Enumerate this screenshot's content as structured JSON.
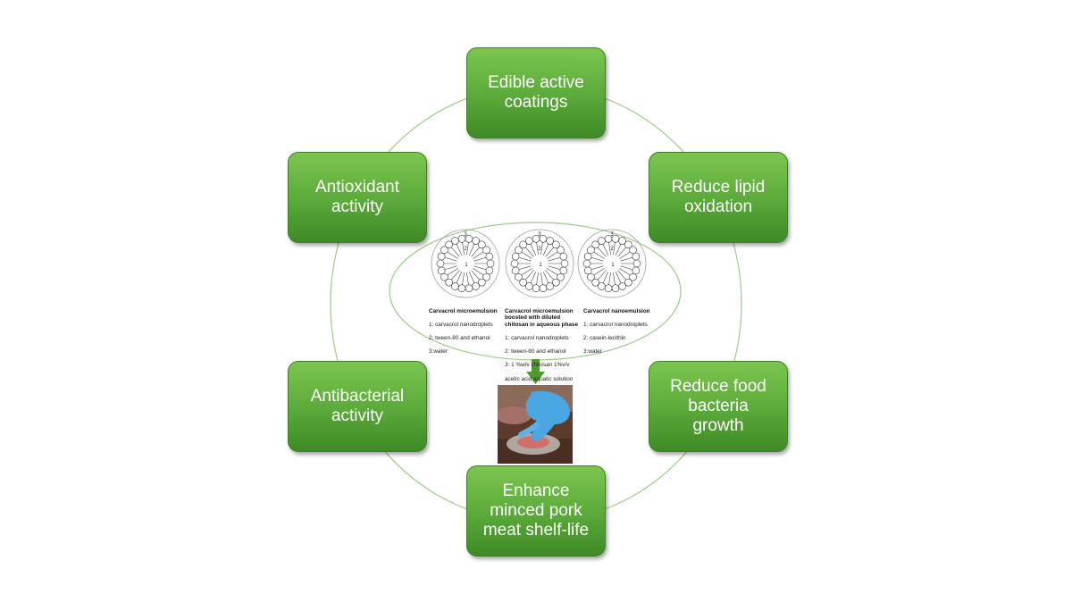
{
  "boxes": {
    "top": "Edible active\ncoatings",
    "upper_right": "Reduce lipid\noxidation",
    "lower_right": "Reduce food\nbacteria\ngrowth",
    "bottom": "Enhance\nminced pork\nmeat shelf-life",
    "lower_left": "Antibacterial\nactivity",
    "upper_left": "Antioxidant\nactivity"
  },
  "panels": [
    {
      "labels": [
        "3",
        "2",
        "1"
      ],
      "title": "Carvacrol microemulsion",
      "lines": [
        "1: carvacrol nanodroplets",
        "2: tween-80 and ethanol",
        "3:water"
      ]
    },
    {
      "labels": [
        "3",
        "2",
        "1"
      ],
      "title": "Carvacrol microemulsion\nboosted with diluted\nchitosan in aqueous phase",
      "lines": [
        "1: carvacrol nanodroplets",
        "2: tween-80 and ethanol",
        "3: 1 %w/v chitosan 1%v/v",
        "acetic acid aquatic solution"
      ]
    },
    {
      "labels": [
        "3",
        "2",
        "1"
      ],
      "title": "Carvacrol nanoemulsion",
      "lines": [
        "1: carvacrol nanodroplets",
        "2: casein-lecithin",
        "3:water"
      ]
    }
  ],
  "colors": {
    "box_green": "#5aa93a",
    "ring": "#9ccb86",
    "arrow": "#4e9a2f",
    "glove": "#4aa6e0"
  }
}
